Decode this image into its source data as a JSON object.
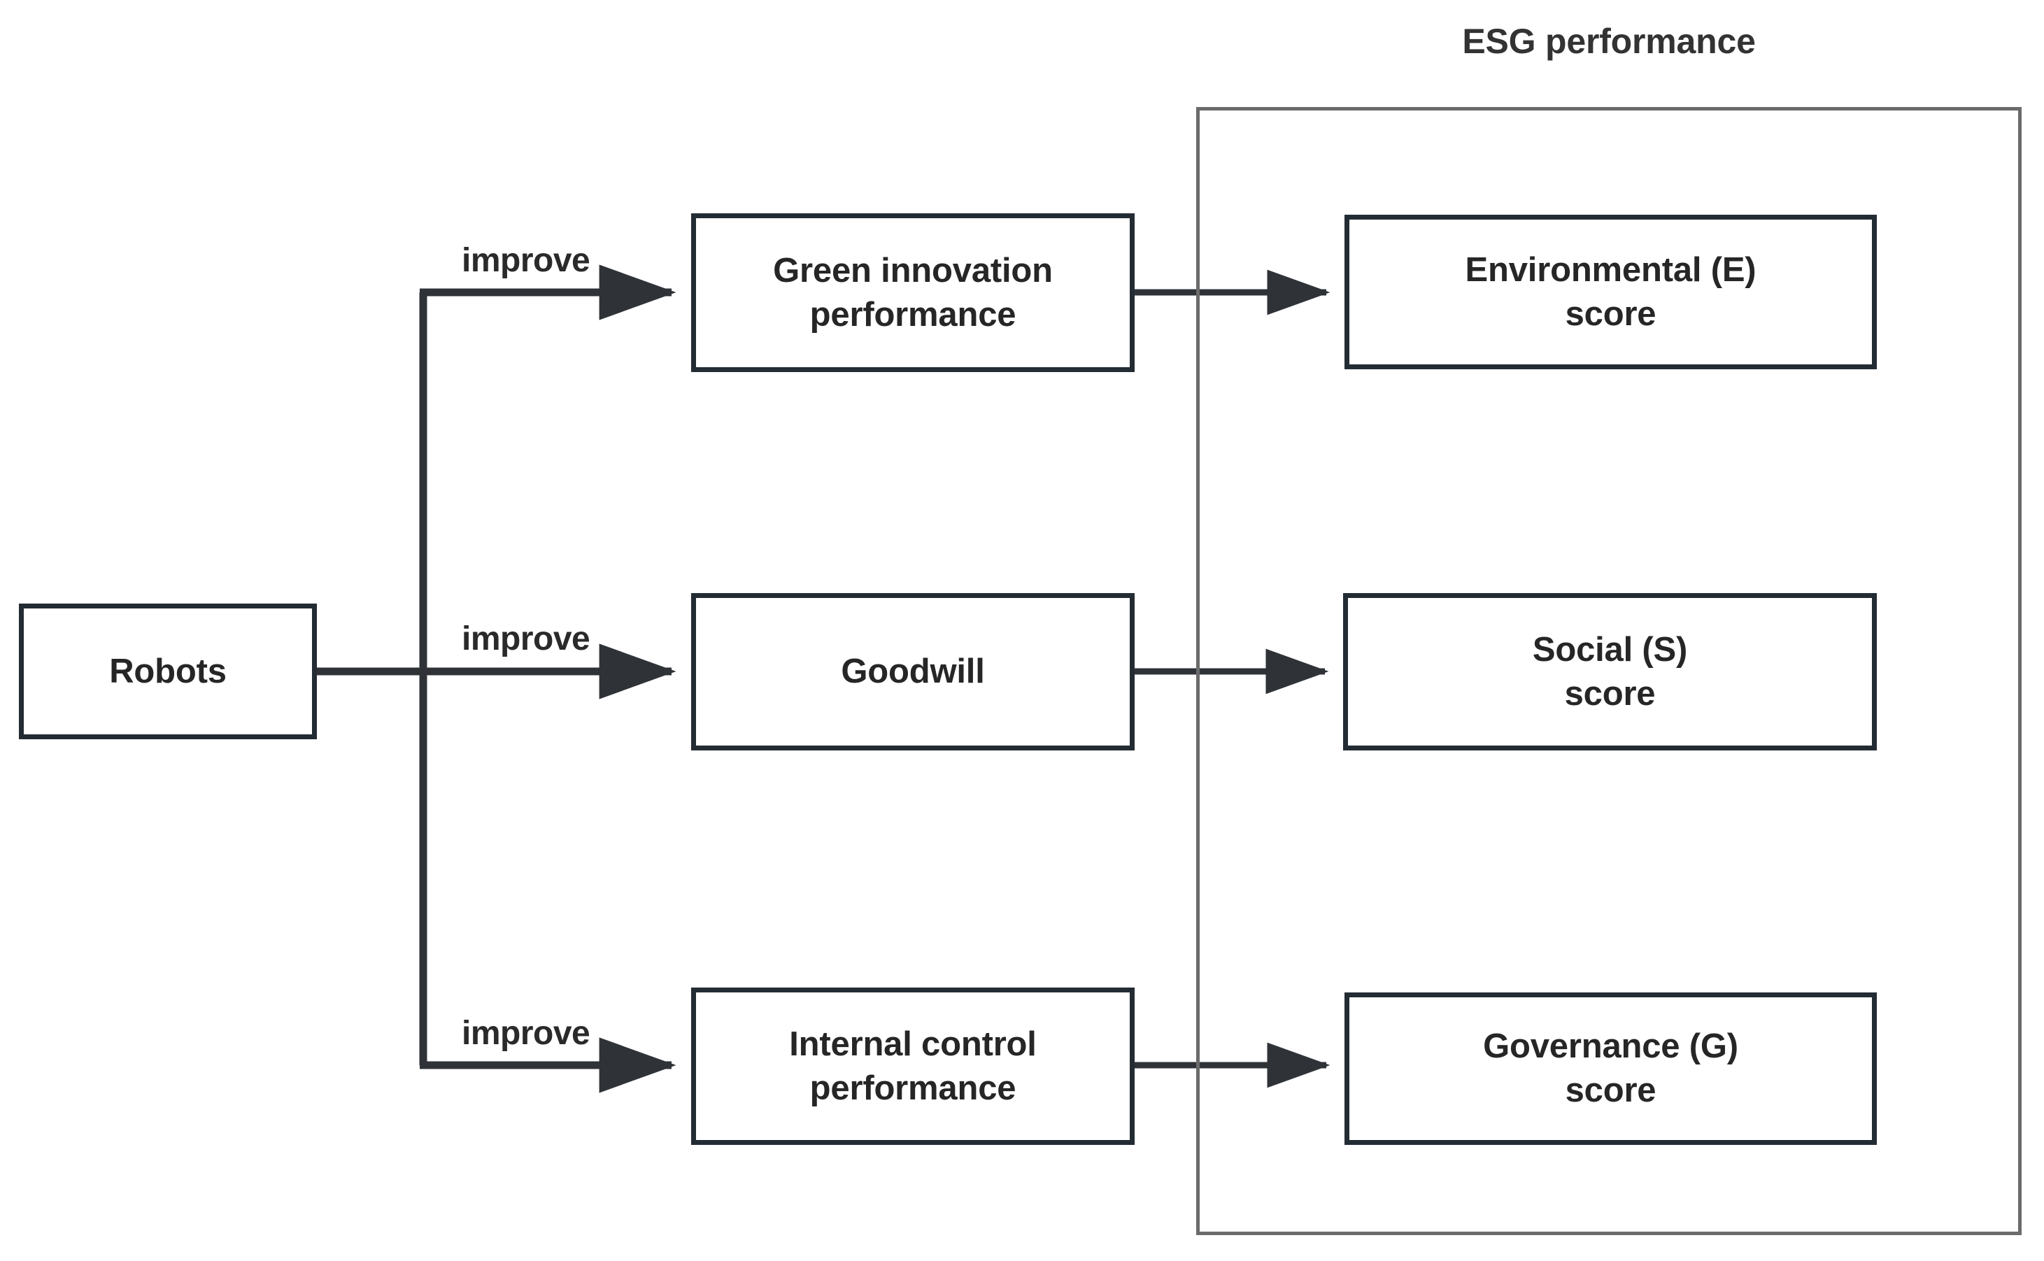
{
  "diagram": {
    "title": "ESG performance",
    "background_color": "#ffffff",
    "node_border_color": "#232b33",
    "group_border_color": "#6b6b6b",
    "edge_color": "#2f3338",
    "text_color": "#262626"
  },
  "group": {
    "label": "ESG performance"
  },
  "nodes": {
    "robots": {
      "label": "Robots"
    },
    "green_innovation": {
      "label": "Green innovation\nperformance"
    },
    "goodwill": {
      "label": "Goodwill"
    },
    "internal_control": {
      "label": "Internal control\nperformance"
    },
    "environmental_score": {
      "label": "Environmental (E)\nscore"
    },
    "social_score": {
      "label": "Social (S)\nscore"
    },
    "governance_score": {
      "label": "Governance (G)\nscore"
    }
  },
  "edges": {
    "robots_to_green": {
      "label": "improve"
    },
    "robots_to_goodwill": {
      "label": "improve"
    },
    "robots_to_internal": {
      "label": "improve"
    },
    "green_to_environmental": {
      "label": ""
    },
    "goodwill_to_social": {
      "label": ""
    },
    "internal_to_governance": {
      "label": ""
    }
  },
  "chart_data": {
    "type": "diagram",
    "title": "ESG performance",
    "nodes": [
      {
        "id": "robots",
        "label": "Robots",
        "column": 0,
        "row": 1
      },
      {
        "id": "green_innovation",
        "label": "Green innovation performance",
        "column": 1,
        "row": 0
      },
      {
        "id": "goodwill",
        "label": "Goodwill",
        "column": 1,
        "row": 1
      },
      {
        "id": "internal_control",
        "label": "Internal control performance",
        "column": 1,
        "row": 2
      },
      {
        "id": "environmental_score",
        "label": "Environmental (E) score",
        "column": 2,
        "row": 0,
        "group": "ESG performance"
      },
      {
        "id": "social_score",
        "label": "Social (S) score",
        "column": 2,
        "row": 1,
        "group": "ESG performance"
      },
      {
        "id": "governance_score",
        "label": "Governance (G) score",
        "column": 2,
        "row": 2,
        "group": "ESG performance"
      }
    ],
    "edges": [
      {
        "from": "robots",
        "to": "green_innovation",
        "label": "improve"
      },
      {
        "from": "robots",
        "to": "goodwill",
        "label": "improve"
      },
      {
        "from": "robots",
        "to": "internal_control",
        "label": "improve"
      },
      {
        "from": "green_innovation",
        "to": "environmental_score",
        "label": ""
      },
      {
        "from": "goodwill",
        "to": "social_score",
        "label": ""
      },
      {
        "from": "internal_control",
        "to": "governance_score",
        "label": ""
      }
    ],
    "groups": [
      {
        "label": "ESG performance",
        "members": [
          "environmental_score",
          "social_score",
          "governance_score"
        ]
      }
    ]
  }
}
